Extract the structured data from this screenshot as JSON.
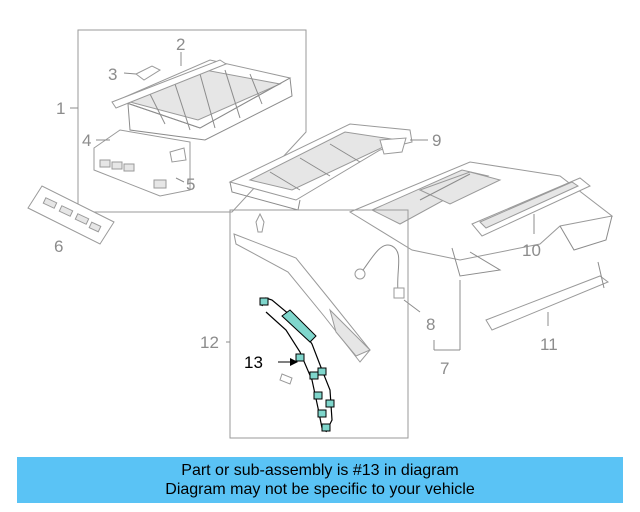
{
  "diagram": {
    "callouts": [
      "1",
      "2",
      "3",
      "4",
      "5",
      "6",
      "7",
      "8",
      "9",
      "10",
      "11",
      "12",
      "13"
    ],
    "highlighted": "13"
  },
  "banner": {
    "line1": "Part or sub-assembly is #13 in diagram",
    "line2": "Diagram may not be specific to your vehicle",
    "color": "#5ac3f5"
  }
}
